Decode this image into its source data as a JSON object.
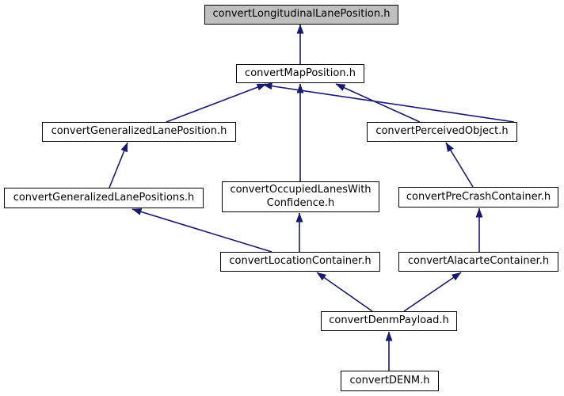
{
  "diagram": {
    "kind": "include-dependency-graph",
    "nodes": [
      {
        "id": "convertLongitudinalLanePosition",
        "label": "convertLongitudinalLanePosition.h",
        "current": true
      },
      {
        "id": "convertMapPosition",
        "label": "convertMapPosition.h",
        "current": false
      },
      {
        "id": "convertGeneralizedLanePosition",
        "label": "convertGeneralizedLanePosition.h",
        "current": false
      },
      {
        "id": "convertPerceivedObject",
        "label": "convertPerceivedObject.h",
        "current": false
      },
      {
        "id": "convertGeneralizedLanePositions",
        "label": "convertGeneralizedLanePositions.h",
        "current": false
      },
      {
        "id": "convertOccupiedLanesWithConfidence",
        "label": "convertOccupiedLanesWith\nConfidence.h",
        "current": false
      },
      {
        "id": "convertPreCrashContainer",
        "label": "convertPreCrashContainer.h",
        "current": false
      },
      {
        "id": "convertLocationContainer",
        "label": "convertLocationContainer.h",
        "current": false
      },
      {
        "id": "convertAlacarteContainer",
        "label": "convertAlacarteContainer.h",
        "current": false
      },
      {
        "id": "convertDenmPayload",
        "label": "convertDenmPayload.h",
        "current": false
      },
      {
        "id": "convertDENM",
        "label": "convertDENM.h",
        "current": false
      }
    ],
    "edges": [
      {
        "from": "convertMapPosition",
        "to": "convertLongitudinalLanePosition"
      },
      {
        "from": "convertGeneralizedLanePosition",
        "to": "convertMapPosition"
      },
      {
        "from": "convertOccupiedLanesWithConfidence",
        "to": "convertMapPosition"
      },
      {
        "from": "convertPerceivedObject",
        "to": "convertMapPosition"
      },
      {
        "from": "convertGeneralizedLanePositions",
        "to": "convertGeneralizedLanePosition"
      },
      {
        "from": "convertPreCrashContainer",
        "to": "convertPerceivedObject"
      },
      {
        "from": "convertLocationContainer",
        "to": "convertGeneralizedLanePositions"
      },
      {
        "from": "convertLocationContainer",
        "to": "convertOccupiedLanesWithConfidence"
      },
      {
        "from": "convertAlacarteContainer",
        "to": "convertPreCrashContainer"
      },
      {
        "from": "convertDenmPayload",
        "to": "convertLocationContainer"
      },
      {
        "from": "convertDenmPayload",
        "to": "convertAlacarteContainer"
      },
      {
        "from": "convertDENM",
        "to": "convertDenmPayload"
      }
    ],
    "colors": {
      "current_node_fill": "#bfbfbf",
      "node_fill": "#ffffff",
      "node_border": "#000000",
      "edge": "#191970",
      "background": "#ffffff",
      "text": "#000000"
    }
  }
}
